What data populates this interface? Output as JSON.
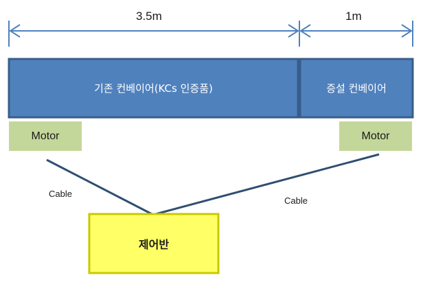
{
  "dimensions": {
    "existing_length": "3.5m",
    "extension_length": "1m"
  },
  "conveyors": {
    "existing": "기존 컨베이어(KCs 인증품)",
    "extension": "증설 컨베이어"
  },
  "motors": {
    "left": "Motor",
    "right": "Motor"
  },
  "cables": {
    "left": "Cable",
    "right": "Cable"
  },
  "control_panel": "제어반",
  "colors": {
    "conveyor_fill": "#4f81bd",
    "conveyor_border": "#385d8a",
    "motor_fill": "#c4d79b",
    "panel_fill": "#ffff66",
    "panel_border": "#c9c900",
    "dimension_line": "#4f81bd",
    "cable_line": "#2f4f72"
  }
}
